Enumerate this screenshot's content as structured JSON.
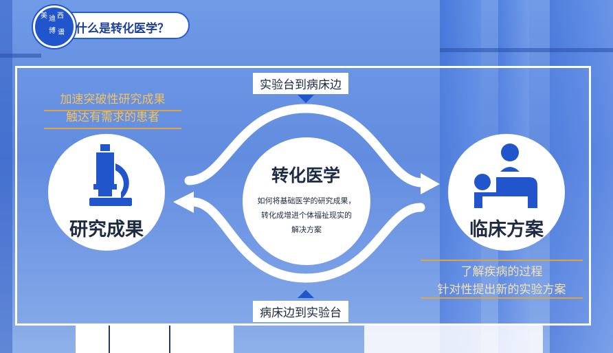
{
  "header": {
    "title": "什么是转化医学？",
    "logo_text": [
      "美",
      "迪",
      "西",
      "博",
      "谱"
    ]
  },
  "top_label": "实验台到病床边",
  "bottom_label": "病床边到实验台",
  "left_circle": {
    "label": "研究成果",
    "note_lines": [
      "加速突破性研究成果",
      "触达有需求的患者"
    ]
  },
  "right_circle": {
    "label": "临床方案",
    "note_lines": [
      "了解疾病的过程",
      "针对性提出新的实验方案"
    ]
  },
  "center": {
    "title": "转化医学",
    "desc_lines": [
      "如何将基础医学的研究成果，",
      "转化成增进个体福祉现实的",
      "解决方案"
    ]
  },
  "colors": {
    "accent_blue": "#2155cc",
    "gold": "#e0a43a",
    "note_text_left": "#f2c25e",
    "note_text_right": "#f5e2b0",
    "bg": "#6f9be6"
  },
  "icons": {
    "left": "microscope-icon",
    "right": "patient-bed-icon",
    "arrows": "bidirectional-flow-arrows"
  }
}
